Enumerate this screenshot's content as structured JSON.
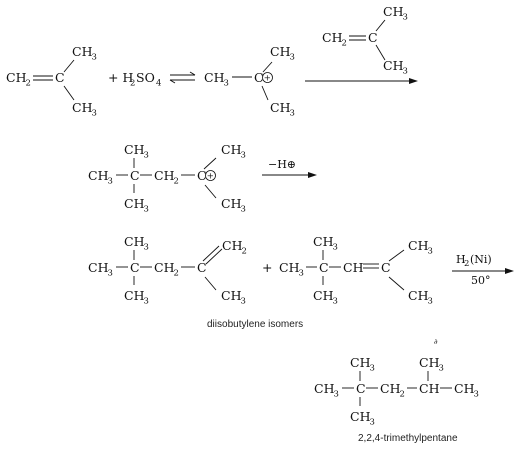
{
  "reagents": {
    "sulfuric_acid": "+ H2SO4",
    "elimination": "−H⊕",
    "hydrogenation_catalyst": "H2(Ni)",
    "hydrogenation_temperature": "50°"
  },
  "labels": {
    "isomers": "diisobutylene isomers",
    "product": "2,2,4-trimethylpentane"
  },
  "stray_mark": "∂",
  "groups": {
    "methyl": "CH3",
    "methylene_terminal": "CH2",
    "methylene_chain": "CH2",
    "methine": "CH",
    "carbon": "C",
    "charge": "+",
    "equilibrium": "⇄"
  }
}
